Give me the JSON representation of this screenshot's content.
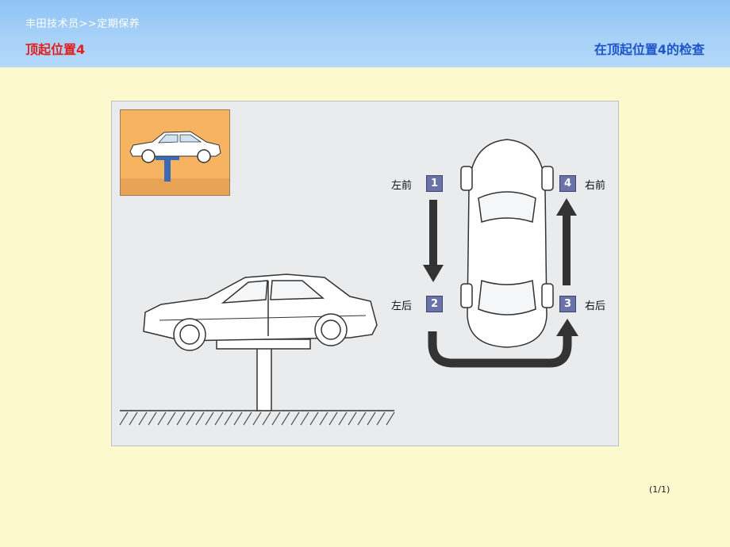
{
  "header": {
    "breadcrumb": "丰田技术员>>定期保养",
    "title": "顶起位置4",
    "subtitle": "在顶起位置4的检查"
  },
  "positions": [
    {
      "number": "1",
      "label": "左前"
    },
    {
      "number": "2",
      "label": "左后"
    },
    {
      "number": "3",
      "label": "右后"
    },
    {
      "number": "4",
      "label": "右前"
    }
  ],
  "footer": {
    "page": "(1/1)"
  },
  "colors": {
    "header_bg": "#a9d2f8",
    "title_red": "#e0201e",
    "title_blue": "#1e56c8",
    "page_bg": "#fdf9cf",
    "box_color": "#6a72a8"
  },
  "icons": [
    "car-on-lift-thumbnail",
    "car-side-on-lift",
    "car-top-view",
    "arrow-down",
    "arrow-up",
    "u-turn-arrow"
  ]
}
